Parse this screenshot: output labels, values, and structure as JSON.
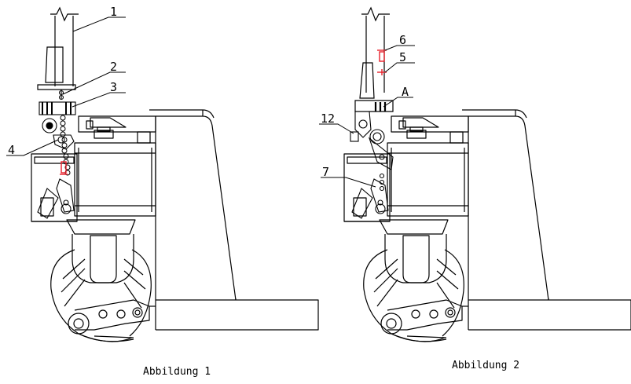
{
  "figures": [
    {
      "caption": "Abbildung 1",
      "callouts": [
        "1",
        "2",
        "3",
        "4"
      ]
    },
    {
      "caption": "Abbildung 2",
      "callouts": [
        "6",
        "5",
        "A",
        "12",
        "7"
      ]
    }
  ],
  "colors": {
    "line": "#000000",
    "highlight": "#e8202a",
    "background": "#ffffff"
  }
}
